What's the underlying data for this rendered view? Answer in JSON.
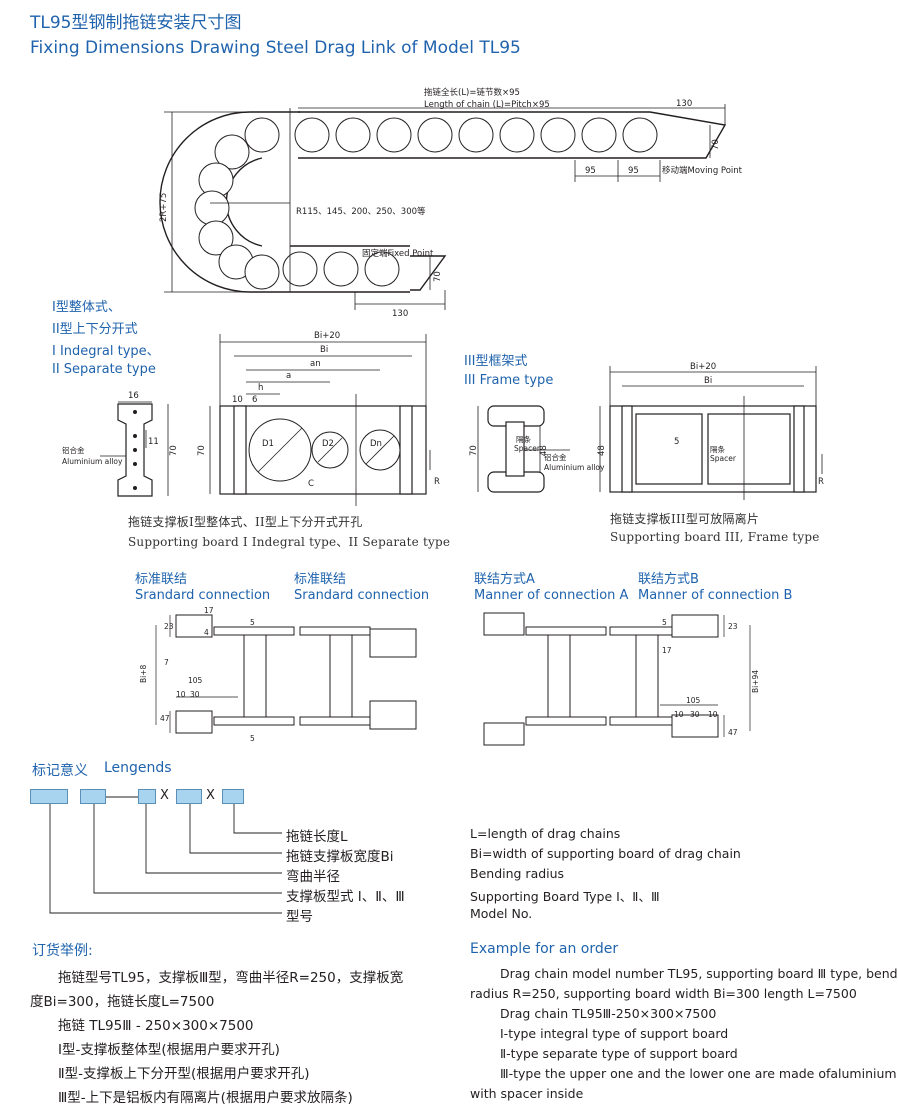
{
  "title": {
    "cn": "TL95型钢制拖链安装尺寸图",
    "en": "Fixing Dimensions Drawing Steel Drag Link of Model TL95"
  },
  "main_drawing": {
    "length_cn": "拖链全长(L)=链节数×95",
    "length_en": "Length of chain (L)=Pitch×95",
    "dim_130_top": "130",
    "dim_70_right": "70",
    "dim_95_a": "95",
    "dim_95_b": "95",
    "moving_point": "移动端Moving Point",
    "height_label": "2R+75",
    "radius_label": "R115、145、200、250、300等",
    "fixed_point": "固定端Fixed Point",
    "dim_70_bottom": "70",
    "dim_130_bottom": "130"
  },
  "type12": {
    "label_cn1": "I型整体式、",
    "label_cn2": "II型上下分开式",
    "label_en1": "I Indegral type、",
    "label_en2": "II Separate type",
    "dim_16": "16",
    "dim_11": "11",
    "dim_70": "70",
    "alu_cn": "铝合金",
    "alu_en": "Aluminium alloy",
    "bi20": "Bi+20",
    "bi": "Bi",
    "an": "an",
    "a": "a",
    "h": "h",
    "dim_10": "10",
    "dim_6": "6",
    "d1": "D1",
    "d2": "D2",
    "dn": "Dn",
    "c": "C",
    "r": "R",
    "caption_cn": "拖链支撑板I型整体式、II型上下分开式开孔",
    "caption_en": "Supporting board I Indegral type、II Separate type"
  },
  "type3": {
    "label_cn": "III型框架式",
    "label_en": "III Frame type",
    "dim_70": "70",
    "dim_48": "48",
    "spacer_cn": "隔条",
    "spacer_en": "Spacer",
    "alu_cn": "铝合金",
    "alu_en": "Aluminium alloy",
    "bi20": "Bi+20",
    "bi": "Bi",
    "dim_5": "5",
    "r": "R",
    "caption_cn": "拖链支撑板III型可放隔离片",
    "caption_en": "Supporting board III, Frame type"
  },
  "connections": {
    "std1_cn": "标准联结",
    "std1_en": "Srandard connection",
    "std2_cn": "标准联结",
    "std2_en": "Srandard connection",
    "ma_cn": "联结方式A",
    "ma_en": "Manner of connection A",
    "mb_cn": "联结方式B",
    "mb_en": "Manner of connection B",
    "dims": {
      "d17": "17",
      "d4": "4",
      "d5": "5",
      "d23": "23",
      "d7": "7",
      "bi8": "Bi+8",
      "d105": "105",
      "d10": "10",
      "d30": "30",
      "d47": "47",
      "bi94": "Bi+94"
    }
  },
  "legends": {
    "heading_cn": "标记意义",
    "heading_en": "Lengends",
    "separator_x1": "X",
    "separator_x2": "X",
    "items_cn": [
      "拖链长度L",
      "拖链支撑板宽度Bi",
      "弯曲半径",
      "支撑板型式 Ⅰ、Ⅱ、Ⅲ",
      "型号"
    ],
    "items_en": [
      "L=length of drag chains",
      "Bi=width of supporting board of drag chain",
      "Bending radius",
      "Supporting Board Type Ⅰ、Ⅱ、Ⅲ",
      "Model No."
    ]
  },
  "order_cn": {
    "heading": "订货举例:",
    "line1": "拖链型号TL95，支撑板Ⅲ型，弯曲半径R=250，支撑板宽",
    "line2": "度Bi=300，拖链长度L=7500",
    "line3": "拖链 TL95Ⅲ - 250×300×7500",
    "line4": "Ⅰ型-支撑板整体型(根据用户要求开孔)",
    "line5": "Ⅱ型-支撑板上下分开型(根据用户要求开孔)",
    "line6": "Ⅲ型-上下是铝板内有隔离片(根据用户要求放隔条)"
  },
  "order_en": {
    "heading": "Example for an order",
    "line1": "Drag chain model number TL95, supporting board Ⅲ type, bend",
    "line2": "radius R=250, supporting board width Bi=300 length L=7500",
    "line3": "Drag chain TL95Ⅲ-250×300×7500",
    "line4": "Ⅰ-type integral type of support board",
    "line5": "Ⅱ-type separate type of support board",
    "line6": "Ⅲ-type the upper one and the lower one are made ofaluminium",
    "line7": "with spacer inside"
  }
}
